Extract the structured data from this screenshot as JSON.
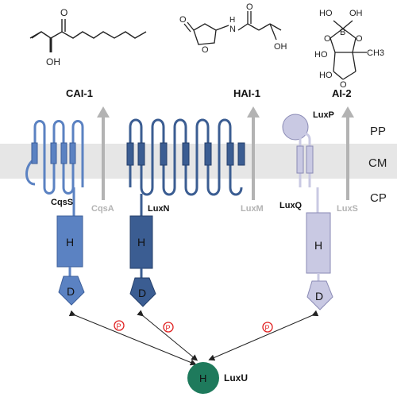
{
  "molecules": {
    "cai1": {
      "label": "CAI-1",
      "oh": "OH",
      "o": "O"
    },
    "hai1": {
      "label": "HAI-1",
      "o1": "O",
      "o2": "O",
      "o3": "O",
      "nh": "N",
      "h": "H",
      "oh": "OH"
    },
    "ai2": {
      "label": "AI-2",
      "ho1": "HO",
      "oh1": "OH",
      "b": "B",
      "o1": "O",
      "o2": "O",
      "o3": "O",
      "ho2": "HO",
      "ch3": "CH3",
      "ho3": "HO"
    }
  },
  "compartments": {
    "pp": "PP",
    "cm": "CM",
    "cp": "CP"
  },
  "synthases": {
    "cqsa": "CqsA",
    "luxm": "LuxM",
    "luxs": "LuxS"
  },
  "receptors": {
    "cqss": "CqsS",
    "luxn": "LuxN",
    "luxq": "LuxQ",
    "luxp": "LuxP"
  },
  "domains": {
    "h": "H",
    "d": "D"
  },
  "phospho": "P",
  "luxu": {
    "label": "LuxU",
    "domain": "H"
  },
  "colors": {
    "cqss": "#5b82c2",
    "cqss_dark": "#3d5f9a",
    "luxn": "#3b5d92",
    "luxn_dark": "#243f6a",
    "luxq": "#c9c9e3",
    "luxq_dark": "#8a8ab5",
    "luxu": "#1e7a5c",
    "membrane": "#e6e6e6",
    "arrow_gray": "#b3b3b3",
    "phospho": "#e02020"
  }
}
